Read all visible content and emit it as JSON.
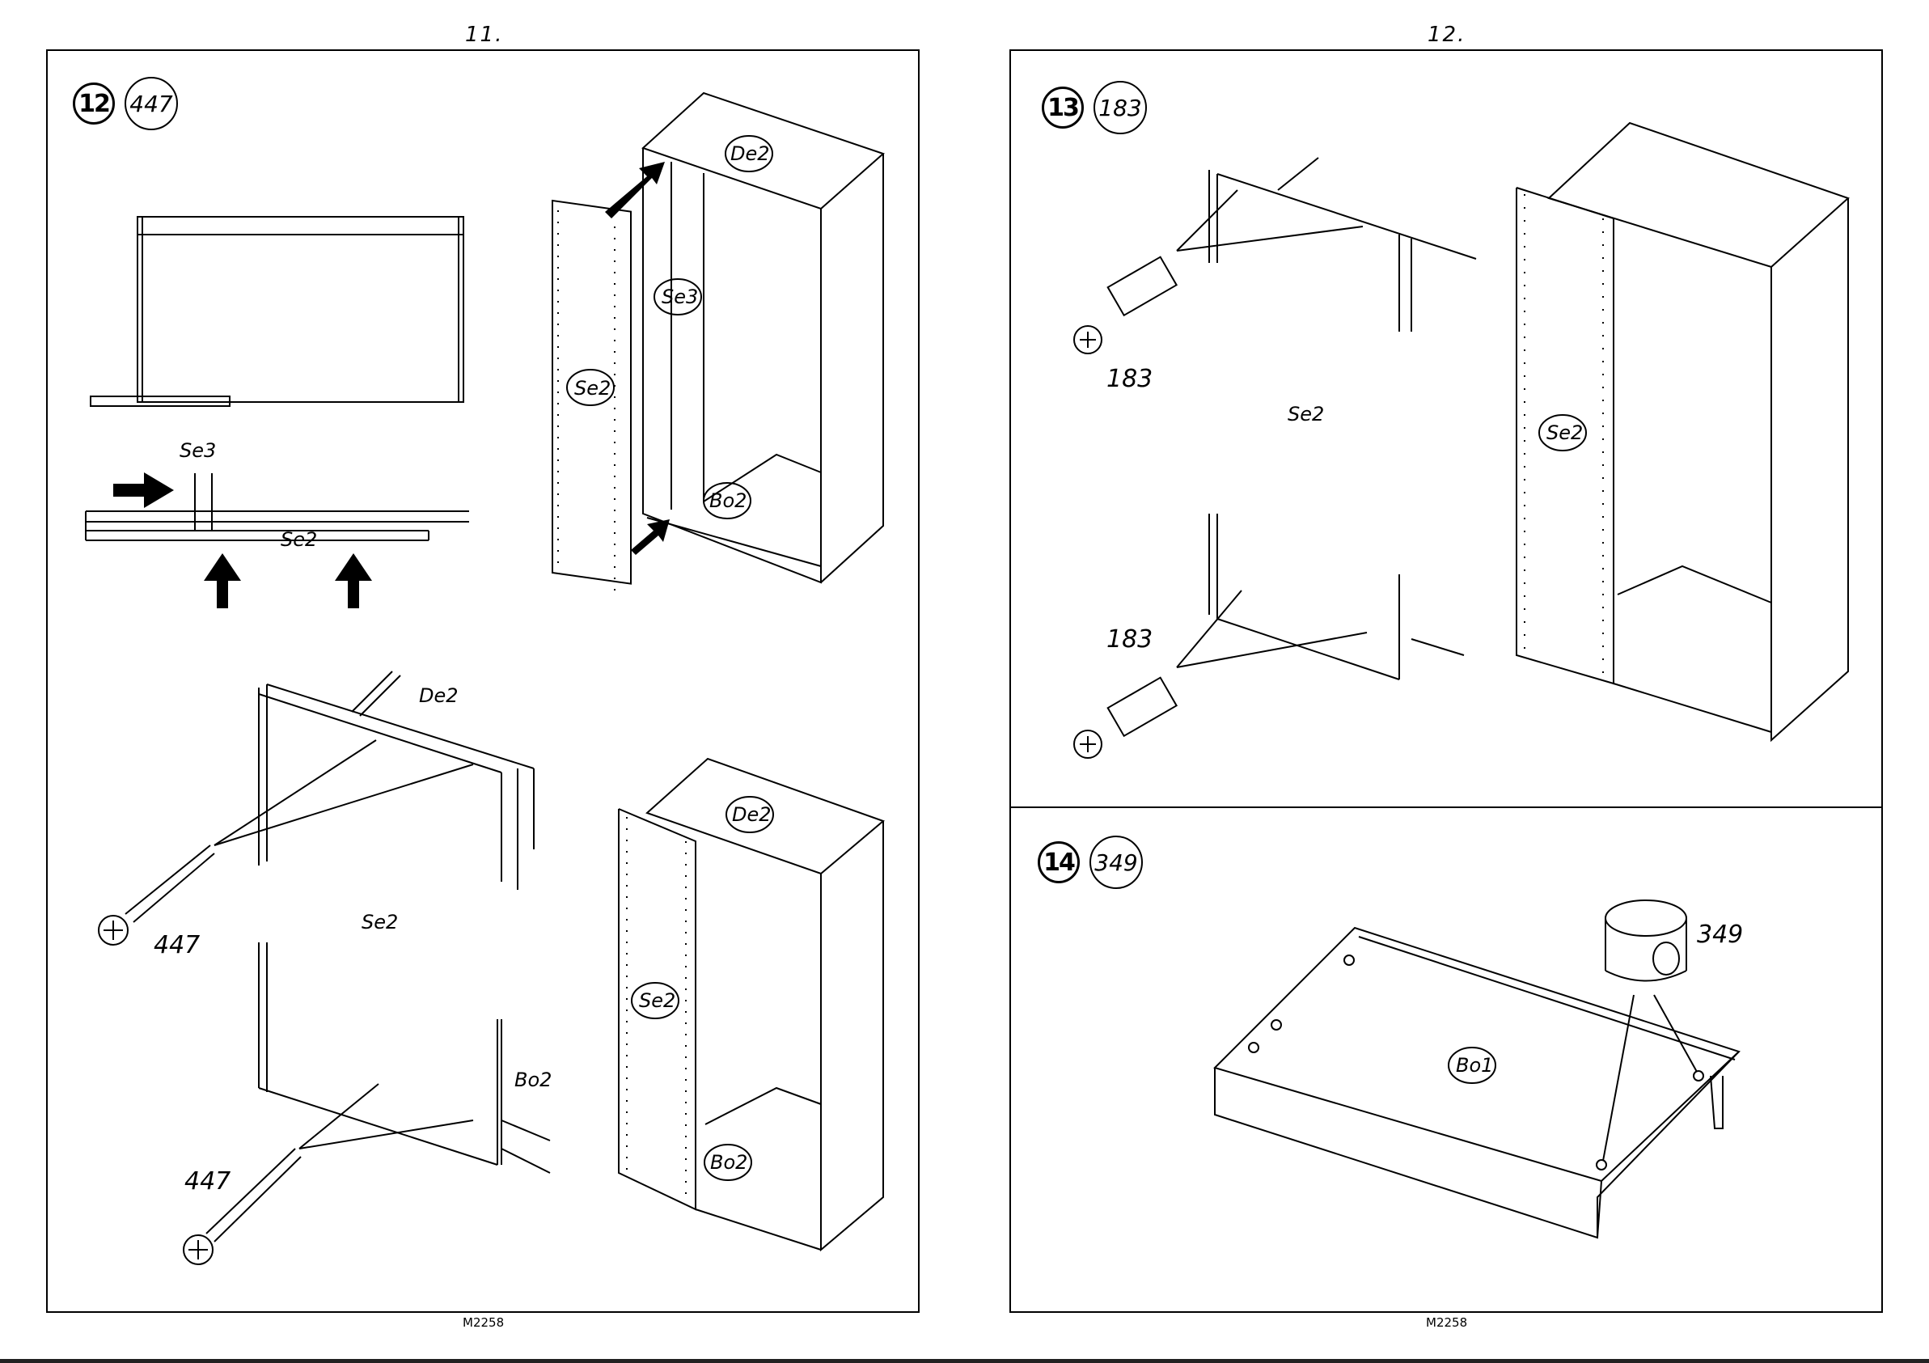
{
  "pages": [
    {
      "page_number": "11.",
      "footer": "M2258",
      "steps": [
        {
          "number": "12",
          "part_code": "447",
          "labels": {
            "se3_top": "Se3",
            "se2_profile": "Se2",
            "de2_cabinet": "De2",
            "se3_cabinet": "Se3",
            "se2_panel": "Se2",
            "bo2_cabinet": "Bo2",
            "de2_detail": "De2",
            "se2_detail": "Se2",
            "bo2_detail": "Bo2",
            "screw_top": "447",
            "screw_bottom": "447",
            "de2_final": "De2",
            "se2_final": "Se2",
            "bo2_final": "Bo2"
          }
        }
      ]
    },
    {
      "page_number": "12.",
      "footer": "M2258",
      "steps": [
        {
          "number": "13",
          "part_code": "183",
          "labels": {
            "dowel_top": "183",
            "se2_detail": "Se2",
            "dowel_bottom": "183",
            "se2_cabinet": "Se2"
          }
        },
        {
          "number": "14",
          "part_code": "349",
          "labels": {
            "cam_lock": "349",
            "bo1_panel": "Bo1"
          }
        }
      ]
    }
  ],
  "icons": [
    "arrow-icon",
    "screw-icon",
    "dowel-icon",
    "cam-lock-icon"
  ]
}
